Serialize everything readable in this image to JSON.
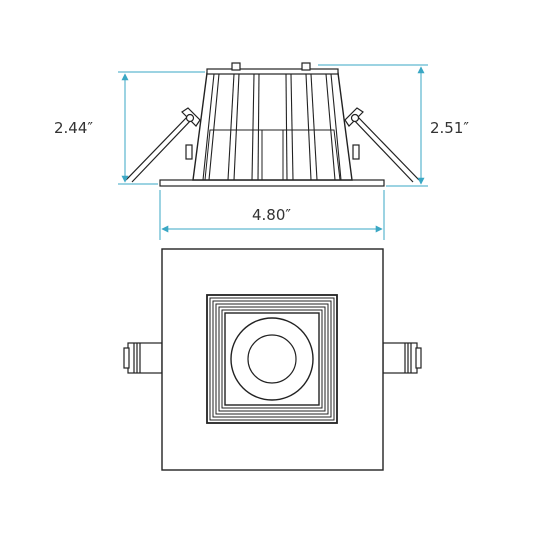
{
  "dimensions": {
    "side_height": "2.44″",
    "total_height": "2.51″",
    "width": "4.80″"
  },
  "colors": {
    "dimension_line": "#3aa7c4",
    "outline": "#222222",
    "text": "#333333"
  }
}
